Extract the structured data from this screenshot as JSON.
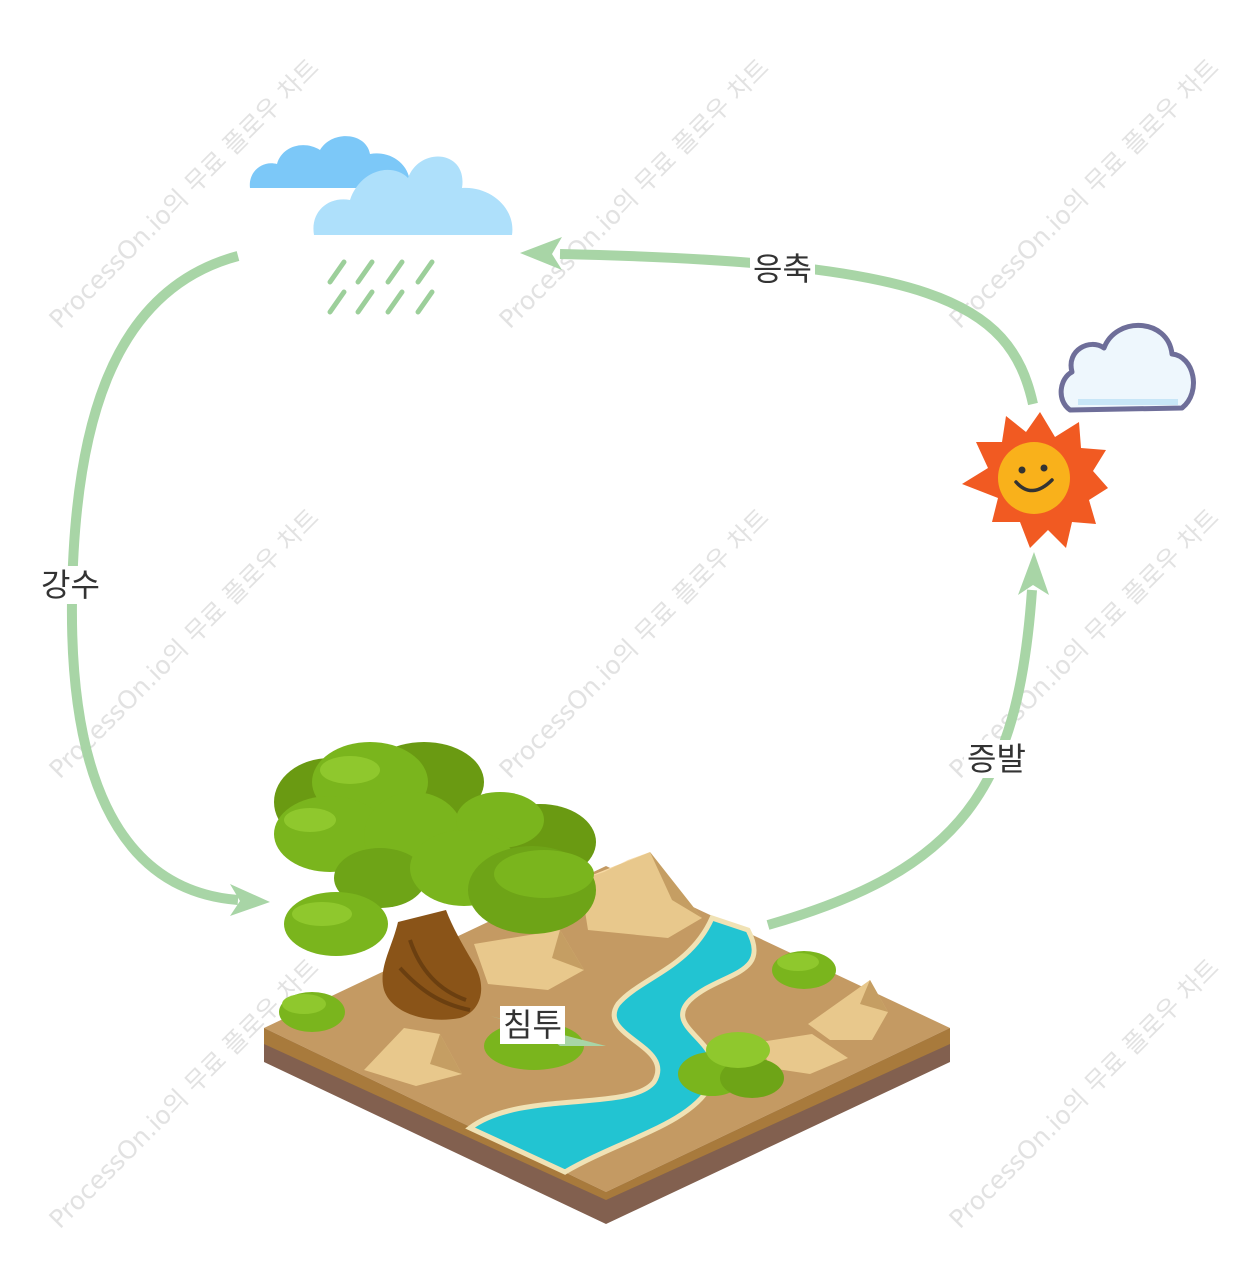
{
  "labels": {
    "precipitation": "강수",
    "condensation": "응축",
    "evaporation": "증발",
    "infiltration": "침투"
  },
  "watermark": "ProcessOn.io의 무료 플로우 차트",
  "colors": {
    "arrow": "#a8d5a6",
    "cloud_blue": "#7cc8f8",
    "cloud_light": "#aee0fb",
    "rain": "#9ccf9a",
    "sun_rays": "#f15a22",
    "sun_face": "#f9b11b",
    "water": "#22c4d2",
    "foliage": "#7ab51d",
    "ground": "#c49a63",
    "rock": "#e8c88c"
  }
}
